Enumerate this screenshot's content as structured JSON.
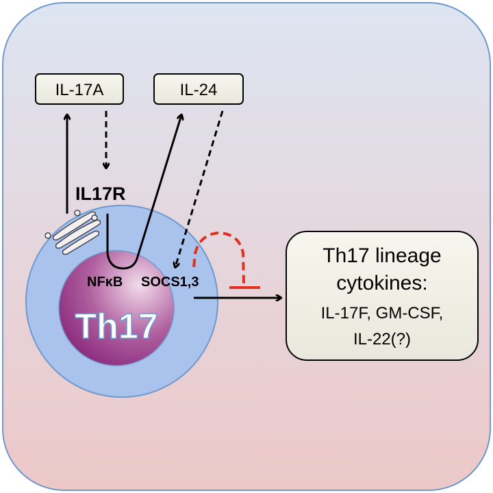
{
  "boxes": {
    "il17a": "IL-17A",
    "il24": "IL-24",
    "lineage_line1": "Th17 lineage",
    "lineage_line2": "cytokines:",
    "lineage_line3": "IL-17F, GM-CSF,",
    "lineage_line4": "IL-22(?)"
  },
  "labels": {
    "receptor": "IL17R",
    "nfkb": "NFκB",
    "socs": "SOCS1,3",
    "cell": "Th17"
  },
  "colors": {
    "inhibition": "#e0301e",
    "cell": "#a9c3ec",
    "nucleus": "#9a3a8c"
  }
}
